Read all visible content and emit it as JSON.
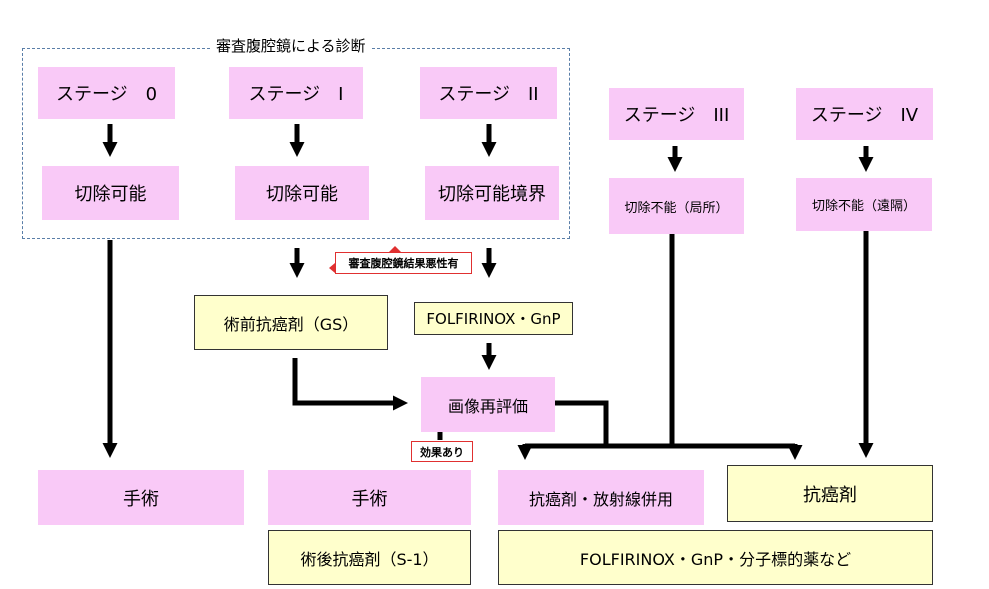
{
  "group_title": "審査腹腔鏡による診断",
  "stages": {
    "s0": "ステージ　0",
    "s1": "ステージ　I",
    "s2": "ステージ　II",
    "s3": "ステージ　III",
    "s4": "ステージ　IV"
  },
  "resect": {
    "s0": "切除可能",
    "s1": "切除可能",
    "s2": "切除可能境界",
    "s3": "切除不能（局所）",
    "s4": "切除不能（遠隔）"
  },
  "neoadjuvant": "術前抗癌剤（GS）",
  "folfirinox_gnp": "FOLFIRINOX・GnP",
  "tag_laparoscopy": "審査腹腔鏡結果悪性有",
  "reassess": "画像再評価",
  "tag_effective": "効果あり",
  "bottom": {
    "surgery_left": "手術",
    "surgery_mid": "手術",
    "adjuvant": "術後抗癌剤（S-1）",
    "chemoradiation": "抗癌剤・放射線併用",
    "chemo": "抗癌剤",
    "chemo_detail": "FOLFIRINOX・GnP・分子標的薬など"
  },
  "colors": {
    "pink": "#f9c9f7",
    "yellow": "#ffffcc",
    "dashed_border": "#5a7ea8",
    "tag_border": "#e03030",
    "arrow": "#000000"
  }
}
